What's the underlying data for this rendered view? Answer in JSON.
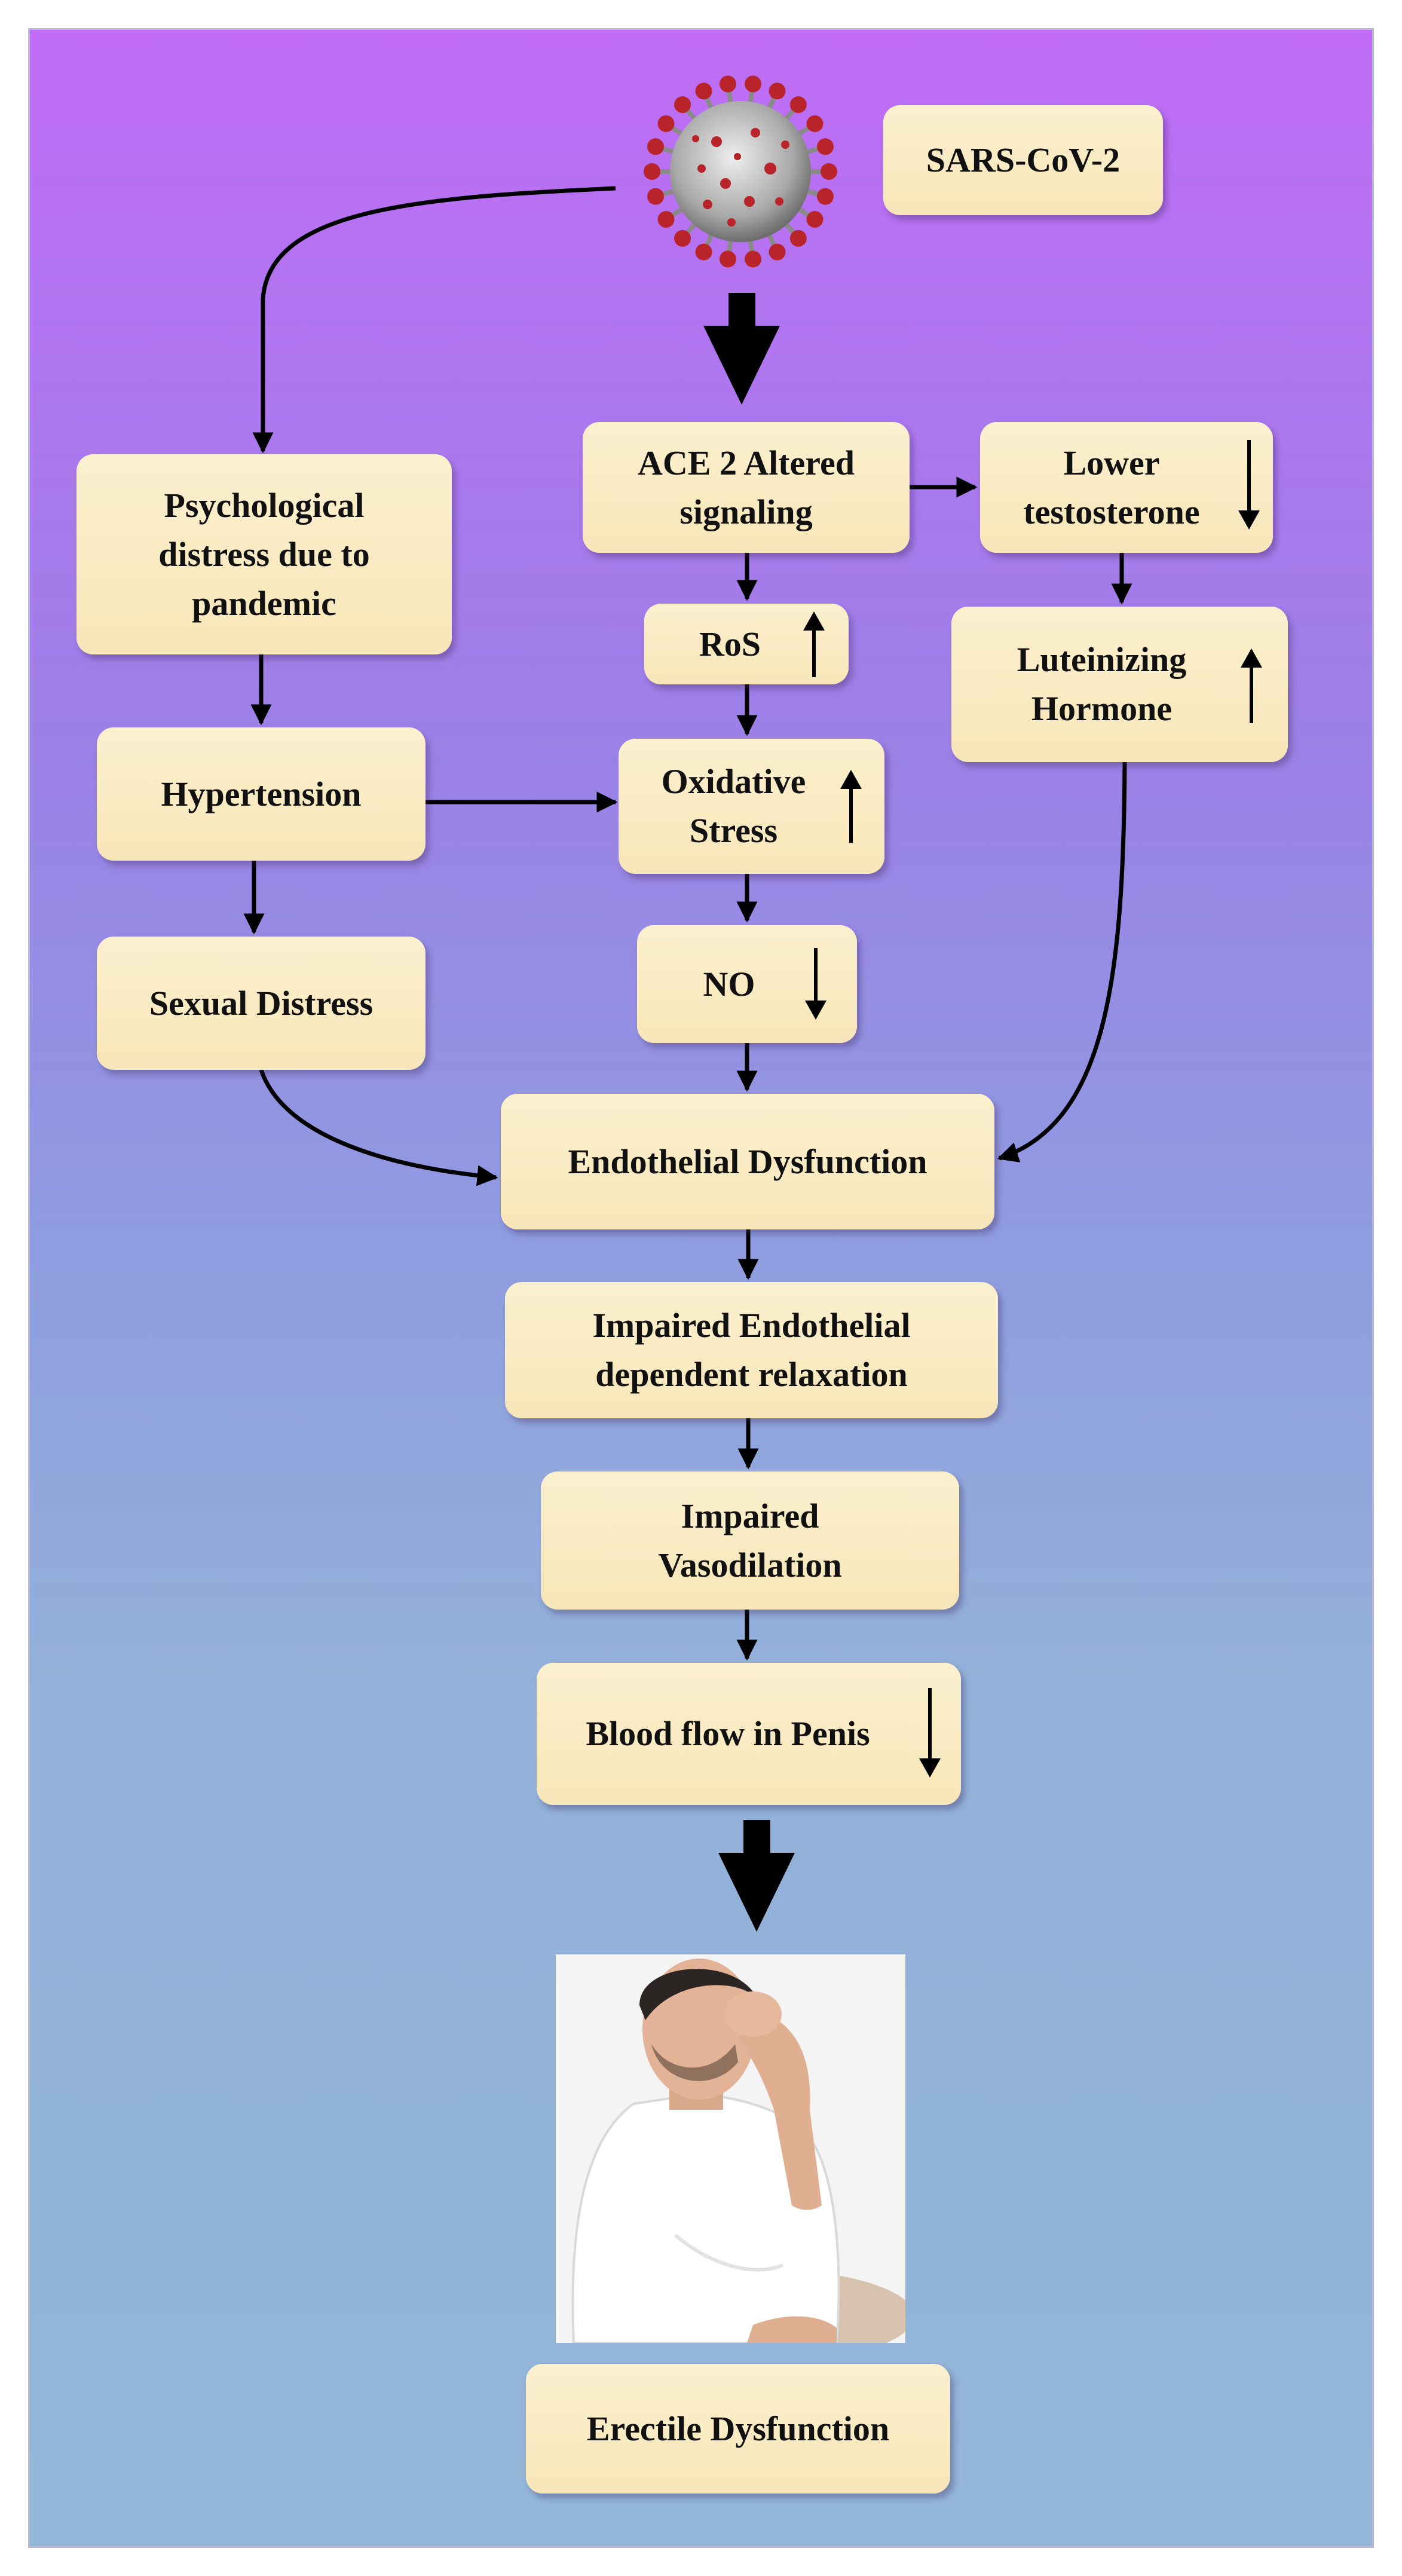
{
  "virus_label": "SARS-CoV-2",
  "nodes": {
    "psych": "Psychological\ndistress due to\npandemic",
    "ace2": "ACE 2 Altered\nsignaling",
    "lower_t": "Lower\ntestosterone",
    "ros": "RoS",
    "lh": "Luteinizing\nHormone",
    "hypertension": "Hypertension",
    "oxidative": "Oxidative\nStress",
    "sexual": "Sexual Distress",
    "no": "NO",
    "endo": "Endothelial Dysfunction",
    "impaired_endo": "Impaired Endothelial\ndependent relaxation",
    "impaired_vaso": "Impaired\nVasodilation",
    "bloodflow": "Blood flow in Penis",
    "ed": "Erectile Dysfunction"
  },
  "indicators": {
    "lower_t": "down",
    "ros": "up",
    "lh": "up",
    "oxidative": "up",
    "no": "down",
    "bloodflow": "down"
  },
  "colors": {
    "background_top": "#c06cf6",
    "background_bottom": "#93b6d9",
    "box_fill": "#f7e6b8",
    "arrow": "#000000",
    "virus_red": "#b8242a"
  }
}
